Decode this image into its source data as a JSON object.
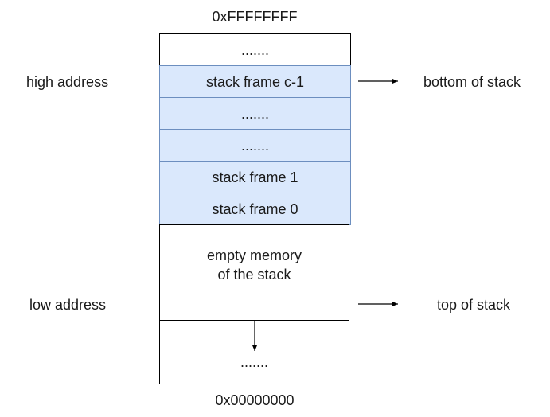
{
  "top_address": "0xFFFFFFFF",
  "bottom_address": "0x00000000",
  "left_labels": {
    "high": "high address",
    "low": "low address"
  },
  "right_labels": {
    "bottom": "bottom of stack",
    "top": "top of stack"
  },
  "cells": {
    "top_ellipsis": ".......",
    "frame_c1": "stack frame c-1",
    "ellipsis_a": ".......",
    "ellipsis_b": ".......",
    "frame_1": "stack frame 1",
    "frame_0": "stack frame 0",
    "empty_line1": "empty memory",
    "empty_line2": "of the stack",
    "bottom_ellipsis": "......."
  },
  "colors": {
    "frame_fill": "#dae8fc",
    "frame_border": "#6c8ebf"
  }
}
